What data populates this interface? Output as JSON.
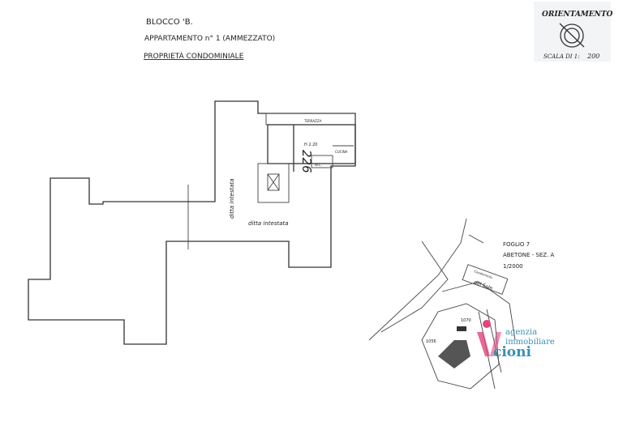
{
  "header": {
    "block": "BLOCCO 'B.",
    "apartment": "APPARTAMENTO n° 1 (AMMEZZATO)",
    "ownership": "PROPRIETÀ CONDOMINIALE"
  },
  "orientation": {
    "title": "ORIENTAMENTO",
    "scale_label": "SCALA DI 1:",
    "scale_value": "200",
    "icon": "compass-icon"
  },
  "floor_plan": {
    "terrace_label": "TERRAZZA",
    "height_label": "H 2.20",
    "unit_number": "226",
    "kitchen_label": "CUCINA",
    "wc_label": "W.C.",
    "neighbor_label_vertical": "ditta intestata",
    "neighbor_label_horizontal": "ditta intestata"
  },
  "site_map": {
    "sheet": "FOGLIO 7",
    "location": "ABETONE - SEZ. A",
    "scale": "1/2000",
    "road_label_1": "Condominio",
    "road_label_2": "del Sole",
    "parcel_1": "1056",
    "parcel_2": "1070"
  },
  "logo": {
    "line1": "agenzia",
    "line2": "immobiliare",
    "line3": "cioni",
    "colors": {
      "pink": "#e0457b",
      "blue": "#3a8fb5"
    }
  }
}
